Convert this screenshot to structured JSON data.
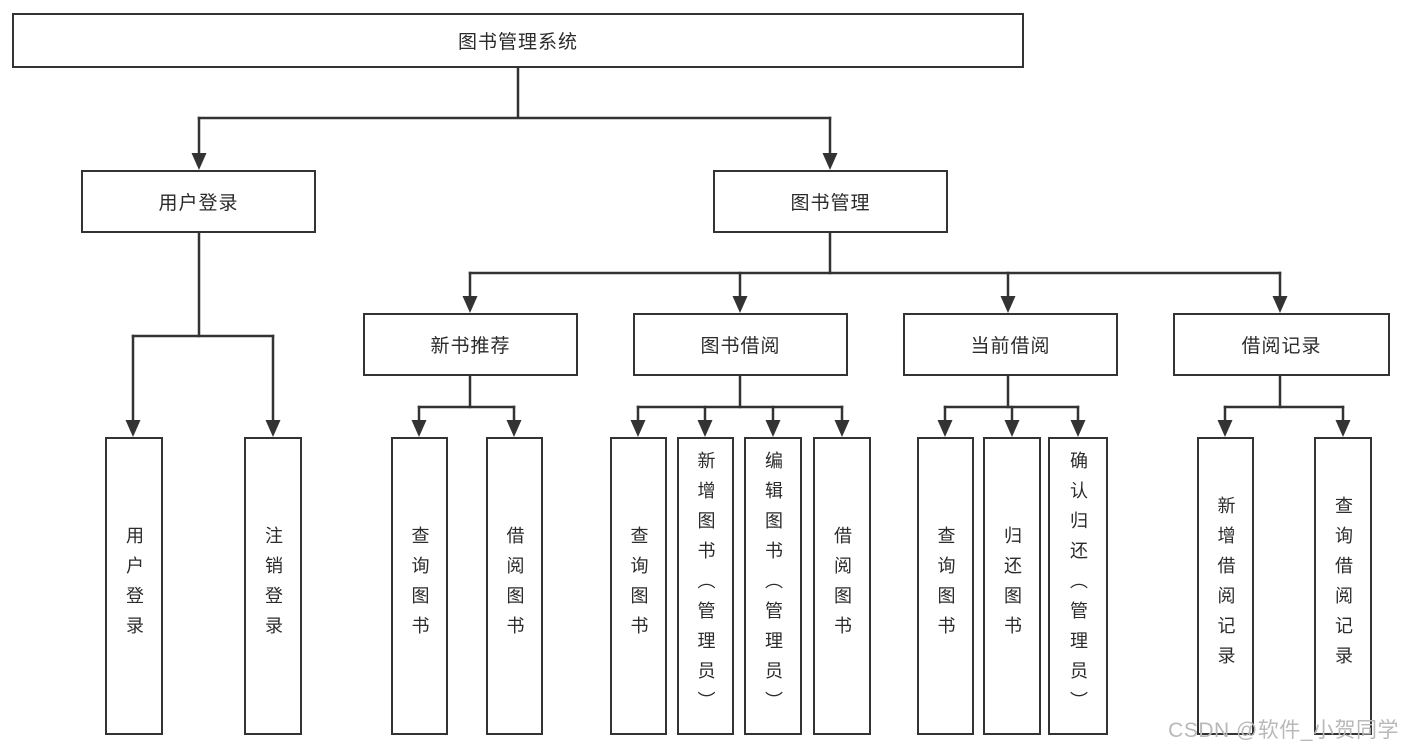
{
  "colors": {
    "line": "#333333",
    "box_border": "#333333",
    "text": "#2b2b2b",
    "background": "#ffffff",
    "watermark": "#b9b9b9"
  },
  "watermark": {
    "text": "CSDN @软件_小贺同学"
  },
  "tree": {
    "root": {
      "label": "图书管理系统"
    },
    "branches": [
      {
        "label": "用户登录",
        "children": [
          {
            "label": "用户登录"
          },
          {
            "label": "注销登录"
          }
        ]
      },
      {
        "label": "图书管理",
        "groups": [
          {
            "label": "新书推荐",
            "children": [
              {
                "label": "查询图书"
              },
              {
                "label": "借阅图书"
              }
            ]
          },
          {
            "label": "图书借阅",
            "children": [
              {
                "label": "查询图书"
              },
              {
                "label": "新增图书（管理员）"
              },
              {
                "label": "编辑图书（管理员）"
              },
              {
                "label": "借阅图书"
              }
            ]
          },
          {
            "label": "当前借阅",
            "children": [
              {
                "label": "查询图书"
              },
              {
                "label": "归还图书"
              },
              {
                "label": "确认归还（管理员）"
              }
            ]
          },
          {
            "label": "借阅记录",
            "children": [
              {
                "label": "新增借阅记录"
              },
              {
                "label": "查询借阅记录"
              }
            ]
          }
        ]
      }
    ]
  }
}
